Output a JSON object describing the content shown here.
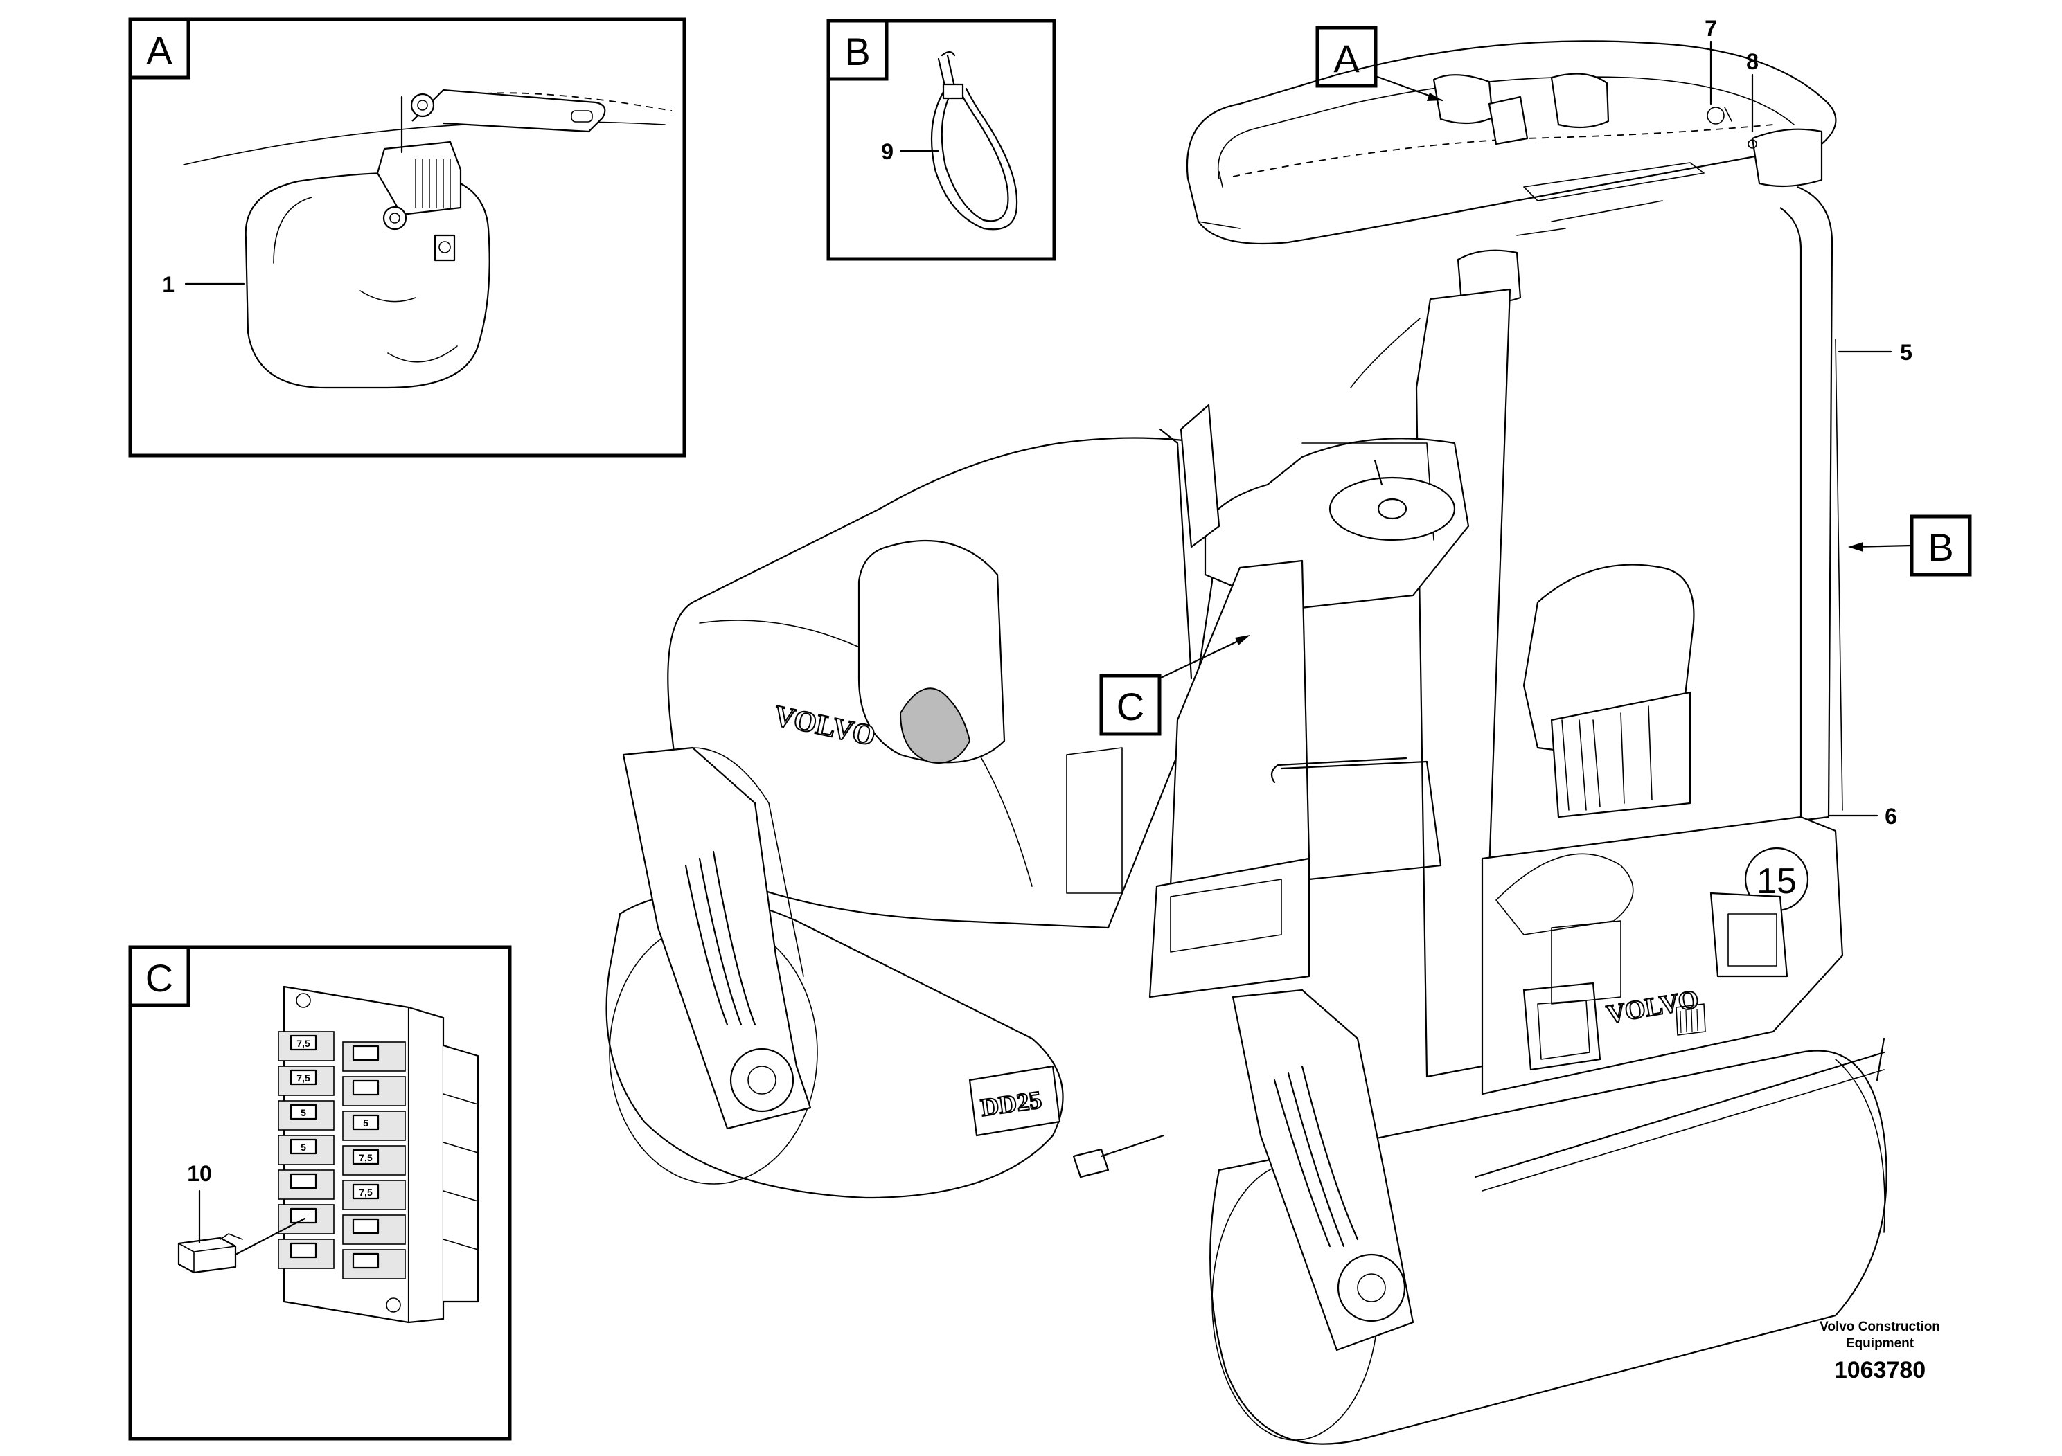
{
  "detail_boxes": {
    "A": {
      "letter": "A",
      "callouts": [
        "1"
      ]
    },
    "B": {
      "letter": "B",
      "callouts": [
        "9"
      ]
    },
    "C": {
      "letter": "C",
      "callouts": [
        "10"
      ]
    }
  },
  "main_view": {
    "markers": {
      "A": "A",
      "B": "B",
      "C": "C"
    },
    "callouts": {
      "c5": "5",
      "c6": "6",
      "c7": "7",
      "c8": "8"
    },
    "machine_texts": {
      "brand_hood": "VOLVO",
      "brand_rear": "VOLVO",
      "model": "DD25",
      "badge": "15"
    }
  },
  "fuse_labels": [
    "7,5",
    "7,5",
    "5",
    "5",
    "5",
    "7,5",
    "7,5"
  ],
  "footer": {
    "company_line1": "Volvo Construction",
    "company_line2": "Equipment",
    "drawing_number": "1063780"
  },
  "colors": {
    "line": "#000000",
    "background": "#ffffff"
  },
  "icons": [
    "work-light-icon",
    "cable-tie-icon",
    "fuse-icon"
  ]
}
